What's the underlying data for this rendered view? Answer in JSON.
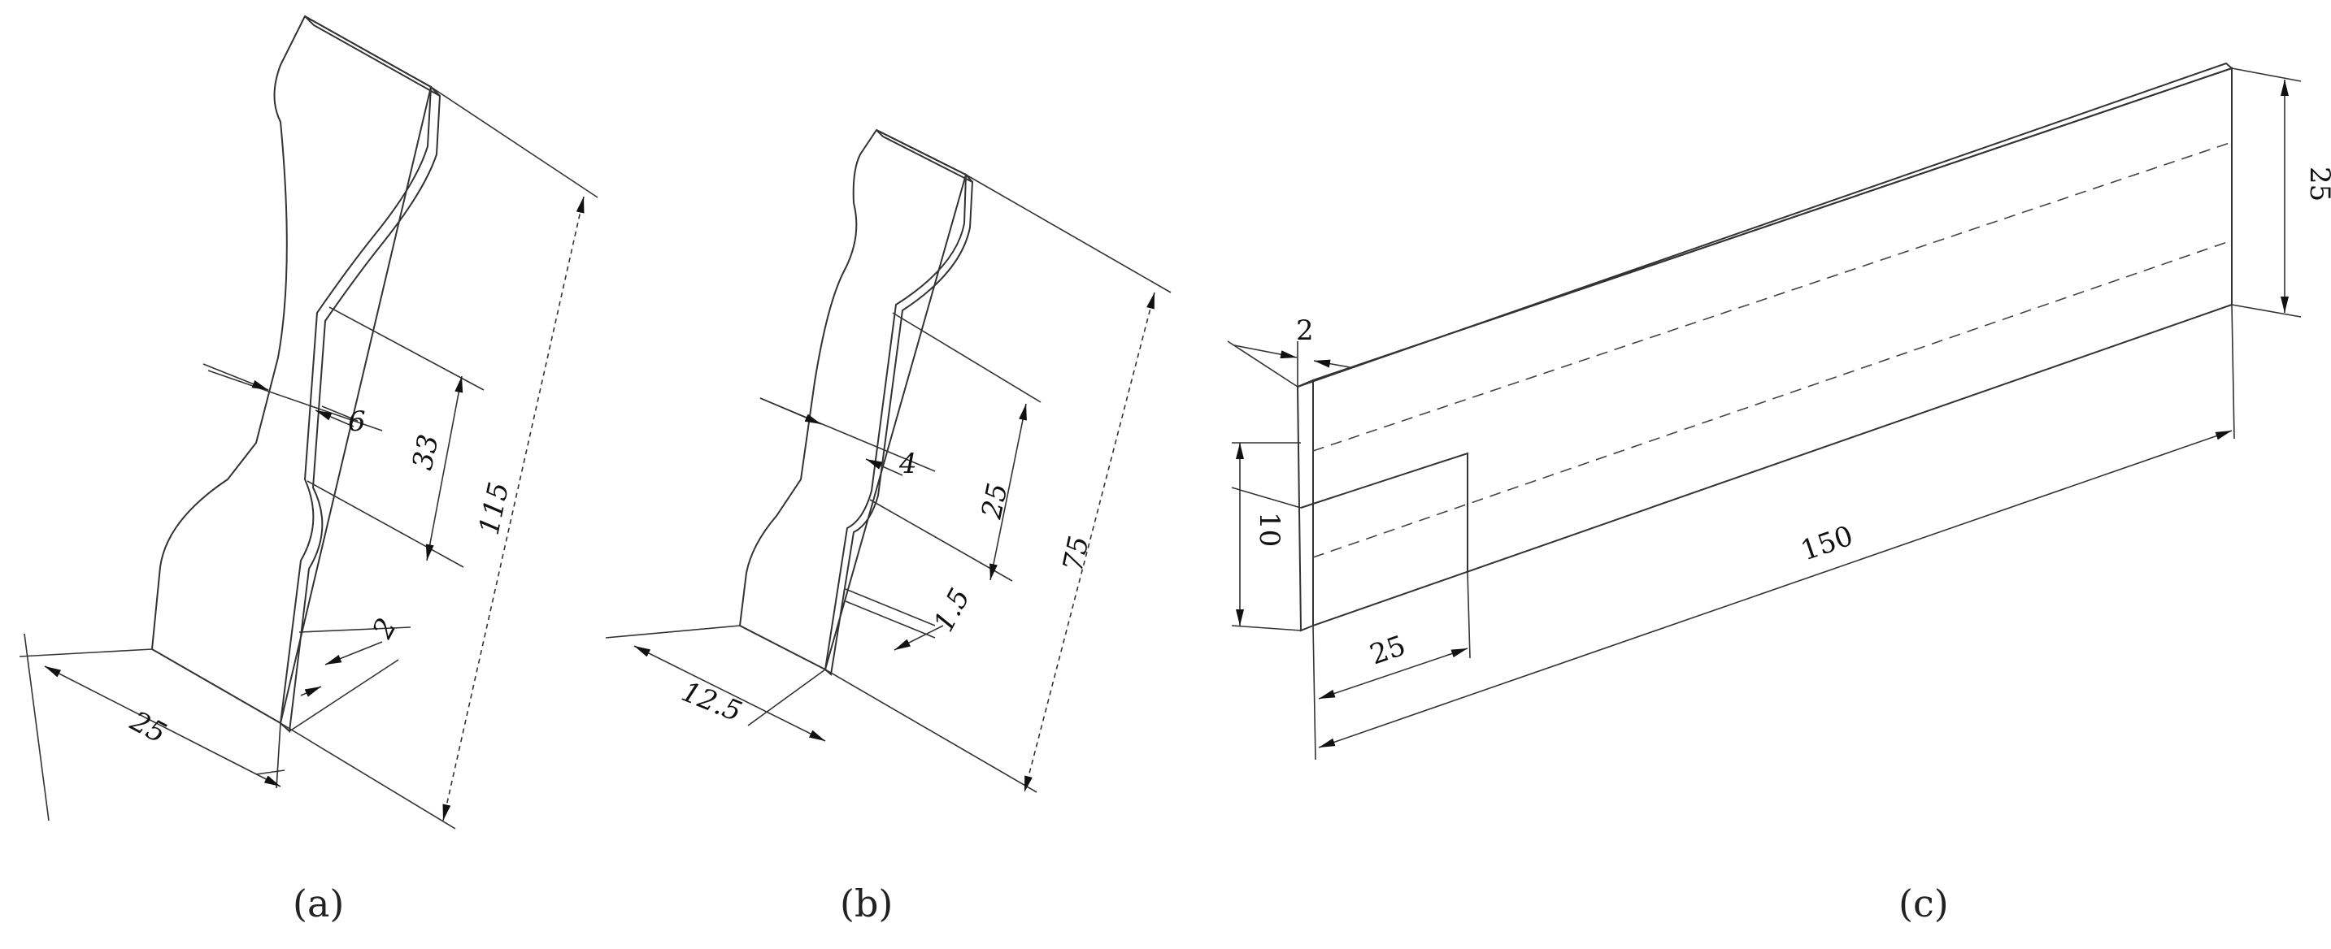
{
  "specimen_a": {
    "caption": "(a)",
    "dims": {
      "width": "25",
      "thickness": "2",
      "gauge_width": "6",
      "gauge_length": "33",
      "overall_length": "115"
    }
  },
  "specimen_b": {
    "caption": "(b)",
    "dims": {
      "width": "12.5",
      "thickness": "1.5",
      "gauge_width": "4",
      "gauge_length": "25",
      "overall_length": "75"
    }
  },
  "specimen_c": {
    "caption": "(c)",
    "dims": {
      "thickness": "2",
      "width": "25",
      "height": "10",
      "overlap": "25",
      "length": "150"
    }
  },
  "colors": {
    "face": "#FFFF78",
    "face_c": "#F0D228",
    "side": "#D4C21A",
    "top": "#F5E400",
    "edge": "#333333"
  }
}
